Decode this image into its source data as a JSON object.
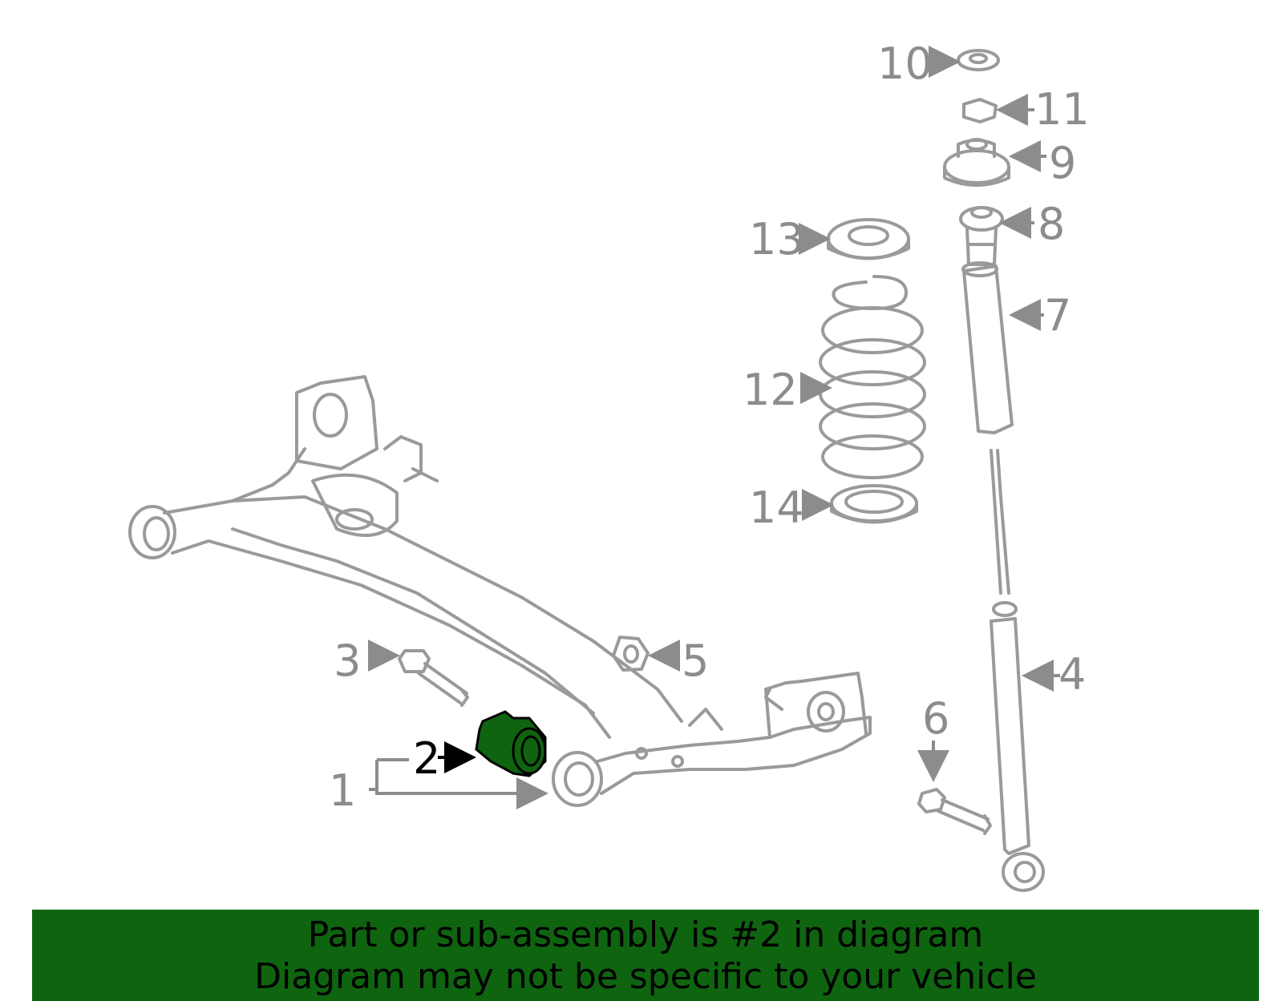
{
  "callouts": {
    "c1": "1",
    "c2": "2",
    "c3": "3",
    "c4": "4",
    "c5": "5",
    "c6": "6",
    "c7": "7",
    "c8": "8",
    "c9": "9",
    "c10": "10",
    "c11": "11",
    "c12": "12",
    "c13": "13",
    "c14": "14"
  },
  "highlight": {
    "part_number": "2",
    "color": "#0f6410",
    "banner_color": "#0f6410"
  },
  "banner": {
    "line1": "Part or sub-assembly is #2 in diagram",
    "line2": "Diagram may not be specific to your vehicle"
  }
}
